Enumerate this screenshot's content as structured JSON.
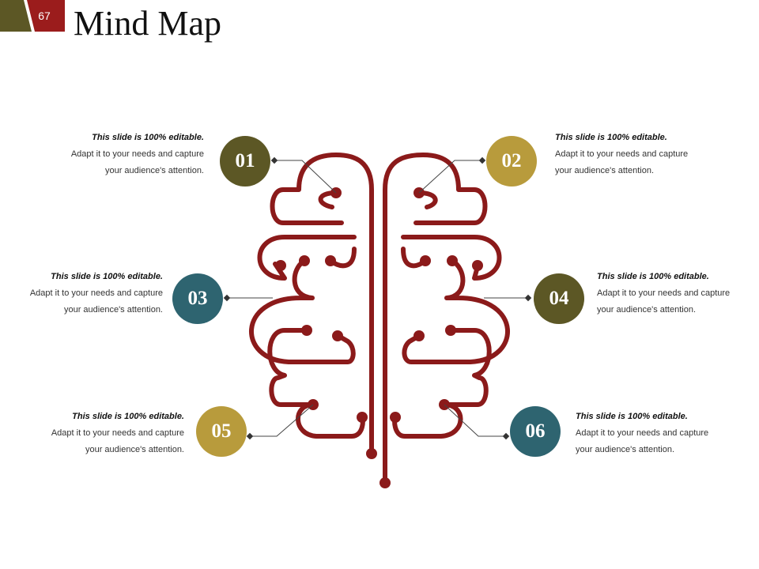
{
  "slide": {
    "number": "67",
    "title": "Mind Map"
  },
  "colors": {
    "brain": "#8b1a1a",
    "olive": "#5c5725",
    "gold": "#b89b3c",
    "teal": "#2e6470",
    "tab_dark": "#5c5725",
    "tab_red": "#9b1c1c"
  },
  "items": [
    {
      "id": "01",
      "color": "olive",
      "heading": "This slide is 100% editable.",
      "line1": "Adapt it to your needs and capture",
      "line2": "your audience's attention."
    },
    {
      "id": "02",
      "color": "gold",
      "heading": "This slide is 100% editable.",
      "line1": "Adapt it to your needs and capture",
      "line2": "your audience's attention."
    },
    {
      "id": "03",
      "color": "teal",
      "heading": "This slide is 100% editable.",
      "line1": "Adapt it to your needs and capture",
      "line2": "your audience's attention."
    },
    {
      "id": "04",
      "color": "olive",
      "heading": "This slide is 100% editable.",
      "line1": "Adapt it to your needs and capture",
      "line2": "your audience's attention."
    },
    {
      "id": "05",
      "color": "gold",
      "heading": "This slide is 100% editable.",
      "line1": "Adapt it to your needs and capture",
      "line2": "your audience's attention."
    },
    {
      "id": "06",
      "color": "teal",
      "heading": "This slide is 100% editable.",
      "line1": "Adapt it to your needs and capture",
      "line2": "your audience's attention."
    }
  ]
}
